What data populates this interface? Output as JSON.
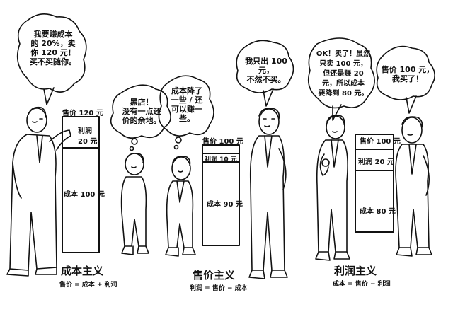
{
  "colors": {
    "ink": "#111111",
    "paper": "#ffffff"
  },
  "panels": [
    {
      "id": "cost-principle",
      "speech": [
        "我要赚成本",
        "的 20%，卖",
        "你 120 元！",
        "买不买随你。"
      ],
      "box": {
        "price": "售价 120 元",
        "profit": "利润",
        "profit_value": "20 元",
        "cost": "成本 100 元"
      },
      "title": "成本主义",
      "formula": "售价 = 成本 + 利润",
      "buyer_thought": [
        "黑店！",
        "没有一点还",
        "价的余地。"
      ]
    },
    {
      "id": "price-principle",
      "seller_thought": [
        "成本降了",
        "一些 / 还",
        "可以赚一",
        "些。"
      ],
      "box": {
        "price": "售价 100 元",
        "profit": "利润 10 元",
        "cost": "成本 90 元"
      },
      "buyer_speech": [
        "我只出 100 元，",
        "不然不买。"
      ],
      "title": "售价主义",
      "formula": "利润 = 售价 − 成本"
    },
    {
      "id": "profit-principle",
      "seller_speech": [
        "OK！卖了！虽然",
        "只卖 100 元，",
        "但还是赚 20",
        "元，所以成本",
        "要降到 80 元。"
      ],
      "box": {
        "price": "售价 100 元",
        "profit": "利润 20 元",
        "cost": "成本 80 元"
      },
      "buyer_speech": [
        "售价 100 元，",
        "我买了！"
      ],
      "title": "利润主义",
      "formula": "成本 = 售价 − 利润"
    }
  ]
}
